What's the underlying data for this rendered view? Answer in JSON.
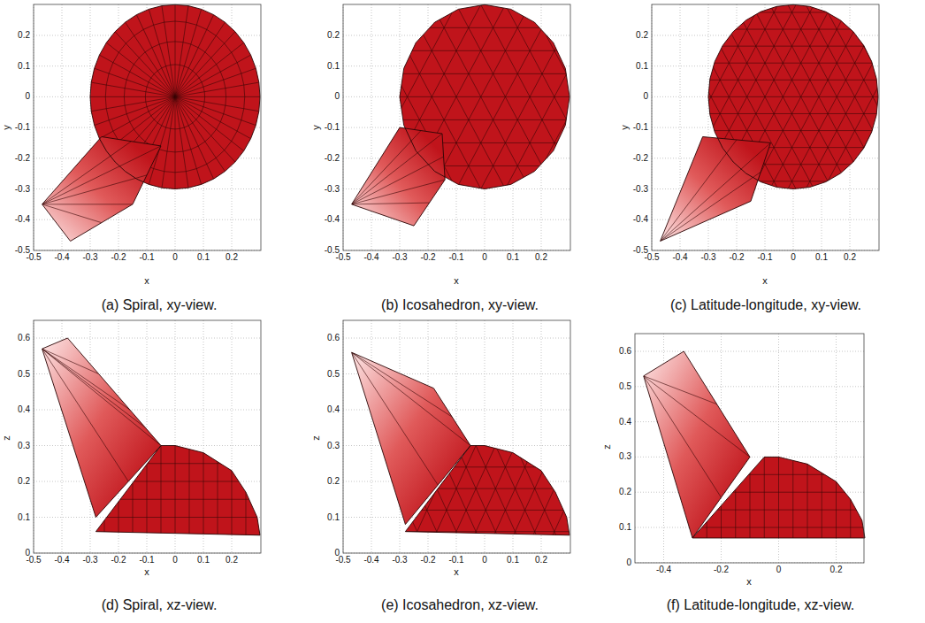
{
  "diagram": {
    "labels": [
      "0.2",
      "0.1",
      "0",
      "-0.1",
      "-0.2",
      "-0.3",
      "-0.4",
      "-0.5",
      "y",
      "-0.5",
      "-0.4",
      "-0.3",
      "-0.2",
      "-0.1",
      "0",
      "0.1",
      "0.2",
      "x",
      "(a) Spiral, xy-view.",
      "0.2",
      "0.1",
      "0",
      "-0.1",
      "-0.2",
      "-0.3",
      "-0.4",
      "-0.5",
      "y",
      "-0.5",
      "-0.4",
      "-0.3",
      "-0.2",
      "-0.1",
      "0",
      "0.1",
      "0.2",
      "x",
      "(b) Icosahedron, xy-view.",
      "0.2",
      "0.1",
      "0",
      "-0.1",
      "-0.2",
      "-0.3",
      "-0.4",
      "-0.5",
      "y",
      "-0.5",
      "-0.4",
      "-0.3",
      "-0.2",
      "-0.1",
      "0",
      "0.1",
      "0.2",
      "x",
      "(c) Latitude-longitude, xy-view.",
      "0.6",
      "0.5",
      "0.4",
      "0.3",
      "0.2",
      "0.1",
      "0",
      "z",
      "-0.5",
      "-0.4",
      "-0.3",
      "-0.2",
      "-0.1",
      "0",
      "0.1",
      "0.2",
      "x",
      "(d) Spiral, xz-view.",
      "0.6",
      "0.5",
      "0.4",
      "0.3",
      "0.2",
      "0.1",
      "0",
      "z",
      "-0.5",
      "-0.4",
      "-0.3",
      "-0.2",
      "-0.1",
      "0",
      "0.1",
      "0.2",
      "x",
      "(e) Icosahedron, xz-view.",
      "0.6",
      "0.5",
      "0.4",
      "0.3",
      "0.2",
      "0.1",
      "0",
      "z",
      "-0.4",
      "-0.2",
      "0",
      "0.2",
      "x",
      "(f) Latitude-longitude, xz-view."
    ]
  }
}
